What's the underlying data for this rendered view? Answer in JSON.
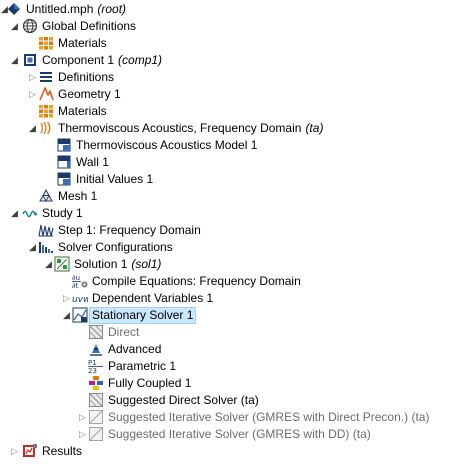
{
  "tree": {
    "items": [
      {
        "label": "Untitled.mph",
        "tag": "(root)",
        "icon": "app-model-icon",
        "arrow": "expanded"
      },
      {
        "label": "Global Definitions",
        "tag": "",
        "icon": "globe-icon",
        "arrow": "expanded"
      },
      {
        "label": "Materials",
        "tag": "",
        "icon": "materials-icon",
        "arrow": ""
      },
      {
        "label": "Component 1",
        "tag": "(comp1)",
        "icon": "component-icon",
        "arrow": "expanded"
      },
      {
        "label": "Definitions",
        "tag": "",
        "icon": "definitions-icon",
        "arrow": "collapsed"
      },
      {
        "label": "Geometry 1",
        "tag": "",
        "icon": "geometry-icon",
        "arrow": "collapsed"
      },
      {
        "label": "Materials",
        "tag": "",
        "icon": "materials-icon",
        "arrow": ""
      },
      {
        "label": "Thermoviscous Acoustics, Frequency Domain",
        "tag": "(ta)",
        "icon": "acoustics-physics-icon",
        "arrow": "expanded"
      },
      {
        "label": "Thermoviscous Acoustics Model 1",
        "tag": "",
        "icon": "domain-feature-icon",
        "arrow": ""
      },
      {
        "label": "Wall 1",
        "tag": "",
        "icon": "boundary-feature-icon",
        "arrow": ""
      },
      {
        "label": "Initial Values 1",
        "tag": "",
        "icon": "domain-feature-icon",
        "arrow": ""
      },
      {
        "label": "Mesh 1",
        "tag": "",
        "icon": "mesh-icon",
        "arrow": ""
      },
      {
        "label": "Study 1",
        "tag": "",
        "icon": "study-icon",
        "arrow": "expanded"
      },
      {
        "label": "Step 1: Frequency Domain",
        "tag": "",
        "icon": "frequency-domain-icon",
        "arrow": ""
      },
      {
        "label": "Solver Configurations",
        "tag": "",
        "icon": "solver-configurations-icon",
        "arrow": "expanded"
      },
      {
        "label": "Solution 1",
        "tag": "(sol1)",
        "icon": "solution-icon",
        "arrow": "expanded"
      },
      {
        "label": "Compile Equations: Frequency Domain",
        "tag": "",
        "icon": "compile-equations-icon",
        "arrow": ""
      },
      {
        "label": "Dependent Variables 1",
        "tag": "",
        "icon": "dependent-variables-icon",
        "arrow": "collapsed"
      },
      {
        "label": "Stationary Solver 1",
        "tag": "",
        "icon": "stationary-solver-icon",
        "arrow": "expanded",
        "selected": true
      },
      {
        "label": "Direct",
        "tag": "",
        "icon": "direct-solver-icon",
        "arrow": "",
        "dim": true
      },
      {
        "label": "Advanced",
        "tag": "",
        "icon": "advanced-icon",
        "arrow": ""
      },
      {
        "label": "Parametric 1",
        "tag": "",
        "icon": "parametric-icon",
        "arrow": ""
      },
      {
        "label": "Fully Coupled 1",
        "tag": "",
        "icon": "fully-coupled-icon",
        "arrow": ""
      },
      {
        "label": "Suggested Direct Solver (ta)",
        "tag": "",
        "icon": "direct-solver-icon",
        "arrow": ""
      },
      {
        "label": "Suggested Iterative Solver (GMRES with Direct Precon.) (ta)",
        "tag": "",
        "icon": "iterative-solver-icon",
        "arrow": "collapsed",
        "dim": true
      },
      {
        "label": "Suggested Iterative Solver (GMRES with DD) (ta)",
        "tag": "",
        "icon": "iterative-solver-icon",
        "arrow": "collapsed",
        "dim": true
      },
      {
        "label": "Results",
        "tag": "",
        "icon": "results-icon",
        "arrow": "collapsed"
      }
    ]
  }
}
